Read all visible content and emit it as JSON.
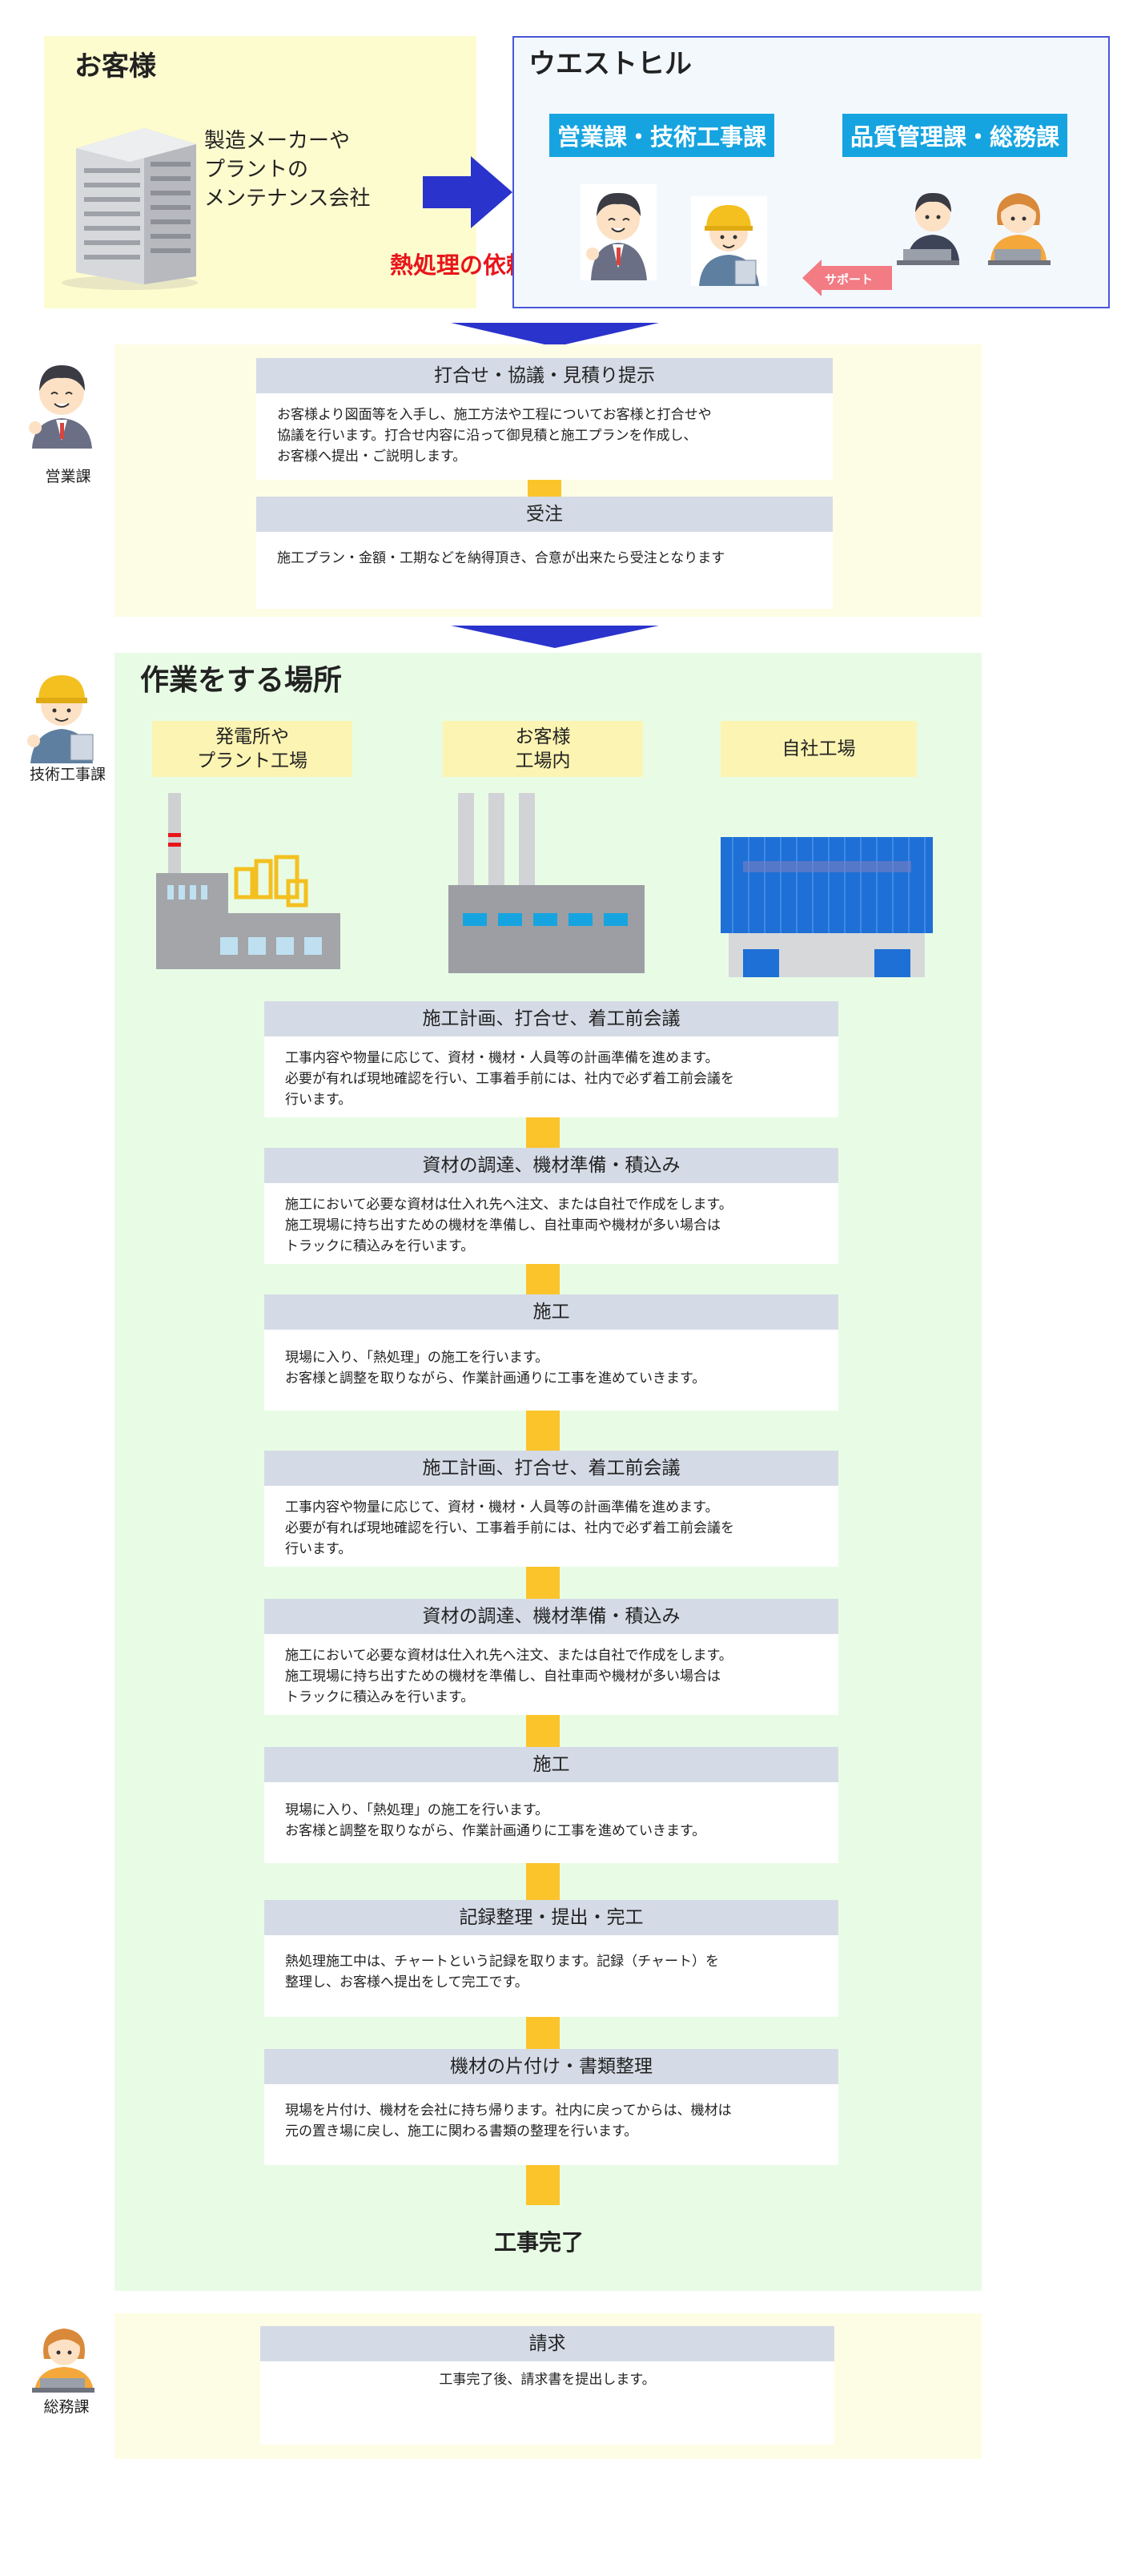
{
  "top": {
    "customer_title": "お客様",
    "customer_text": "製造メーカーや\nプラントの\nメンテナンス会社",
    "company_title": "ウエストヒル",
    "dept_sales_tech": "営業課・技術工事課",
    "dept_quality_admin": "品質管理課・総務課",
    "request_label": "熱処理の依頼",
    "support_label": "サポート"
  },
  "sales": {
    "role": "営業課",
    "steps": [
      {
        "title": "打合せ・協議・見積り提示",
        "body": "お客様より図面等を入手し、施工方法や工程についてお客様と打合せや\n協議を行います。打合せ内容に沿って御見積と施工プランを作成し、\nお客様へ提出・ご説明します。"
      },
      {
        "title": "受注",
        "body": "施工プラン・金額・工期などを納得頂き、合意が出来たら受注となります"
      }
    ]
  },
  "work": {
    "role": "技術工事課",
    "title": "作業をする場所",
    "places": [
      "発電所や\nプラント工場",
      "お客様\n工場内",
      "自社工場"
    ],
    "steps": [
      {
        "title": "施工計画、打合せ、着工前会議",
        "body": "工事内容や物量に応じて、資材・機材・人員等の計画準備を進めます。\n必要が有れば現地確認を行い、工事着手前には、社内で必ず着工前会議を\n行います。"
      },
      {
        "title": "資材の調達、機材準備・積込み",
        "body": "施工において必要な資材は仕入れ先へ注文、または自社で作成をします。\n施工現場に持ち出すための機材を準備し、自社車両や機材が多い場合は\nトラックに積込みを行います。"
      },
      {
        "title": "施工",
        "body": "現場に入り、「熱処理」の施工を行います。\nお客様と調整を取りながら、作業計画通りに工事を進めていきます。"
      },
      {
        "title": "施工計画、打合せ、着工前会議",
        "body": "工事内容や物量に応じて、資材・機材・人員等の計画準備を進めます。\n必要が有れば現地確認を行い、工事着手前には、社内で必ず着工前会議を\n行います。"
      },
      {
        "title": "資材の調達、機材準備・積込み",
        "body": "施工において必要な資材は仕入れ先へ注文、または自社で作成をします。\n施工現場に持ち出すための機材を準備し、自社車両や機材が多い場合は\nトラックに積込みを行います。"
      },
      {
        "title": "施工",
        "body": "現場に入り、「熱処理」の施工を行います。\nお客様と調整を取りながら、作業計画通りに工事を進めていきます。"
      },
      {
        "title": "記録整理・提出・完工",
        "body": "熱処理施工中は、チャートという記録を取ります。記録（チャート）を\n整理し、お客様へ提出をして完工です。"
      },
      {
        "title": "機材の片付け・書類整理",
        "body": "現場を片付け、機材を会社に持ち帰ります。社内に戻ってからは、機材は\n元の置き場に戻し、施工に関わる書類の整理を行います。"
      }
    ],
    "done": "工事完了"
  },
  "admin": {
    "role": "総務課",
    "steps": [
      {
        "title": "請求",
        "body": "工事完了後、請求書を提出します。"
      }
    ]
  },
  "colors": {
    "customer_bg": "#fdfccf",
    "company_border": "#4857d8",
    "dept_tag": "#16a4e0",
    "arrow": "#2a33cc",
    "request": "#e8141a",
    "support": "#f27b84",
    "connector": "#fbc42b",
    "step_head": "#d5dbe6",
    "band_yellow": "#fdfde5",
    "band_green": "#e8fce5"
  }
}
